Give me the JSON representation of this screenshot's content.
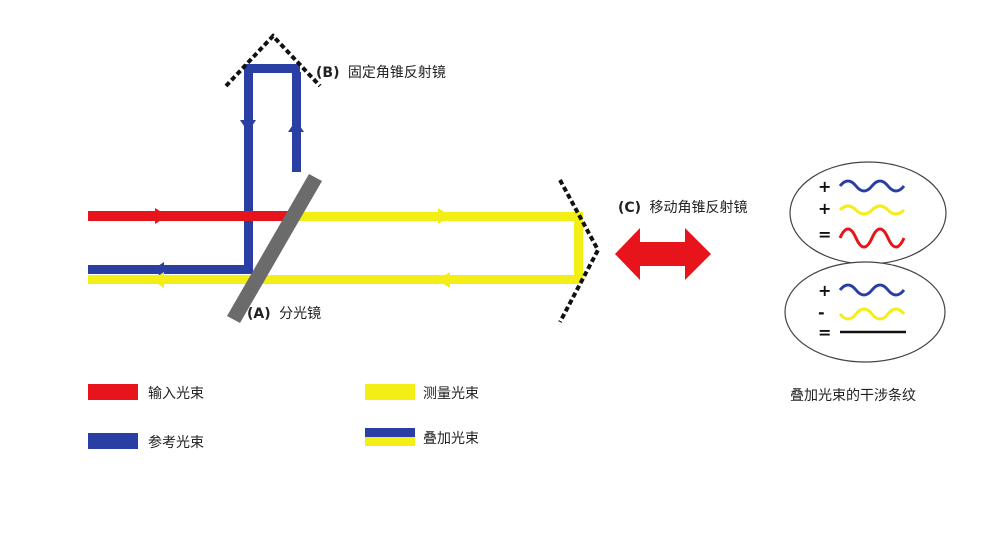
{
  "labels": {
    "fixed_mirror_tag": "(B)",
    "fixed_mirror_name": "固定角锥反射镜",
    "moving_mirror_tag": "(C)",
    "moving_mirror_name": "移动角锥反射镜",
    "splitter_tag": "(A)",
    "splitter_name": "分光镜",
    "interference_caption": "叠加光束的干涉条纹"
  },
  "legend": [
    {
      "key": "input",
      "label": "输入光束"
    },
    {
      "key": "measure",
      "label": "测量光束"
    },
    {
      "key": "reference",
      "label": "参考光束"
    },
    {
      "key": "combined",
      "label": "叠加光束"
    }
  ],
  "interference": {
    "constructive_signs": [
      "+",
      "+",
      "="
    ],
    "destructive_signs": [
      "+",
      "-",
      "="
    ]
  },
  "colors": {
    "input_beam": "#e8141b",
    "reference_beam": "#2a3fa3",
    "measure_beam": "#f3ee15",
    "splitter": "#6b6b6b",
    "mirror": "#111111",
    "arrow": "#e8141b"
  }
}
